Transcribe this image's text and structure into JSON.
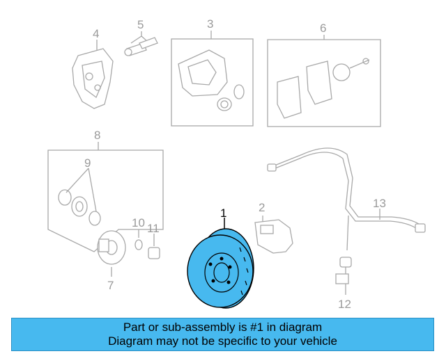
{
  "callouts": {
    "c1": "1",
    "c2": "2",
    "c3": "3",
    "c4": "4",
    "c5": "5",
    "c6": "6",
    "c7": "7",
    "c8": "8",
    "c9": "9",
    "c10": "10",
    "c11": "11",
    "c12": "12",
    "c13": "13"
  },
  "banner": {
    "line1": "Part or sub-assembly is #1 in diagram",
    "line2": "Diagram may not be specific to your vehicle"
  },
  "colors": {
    "banner_bg": "#47b9ef",
    "highlight_part": "#47b9ef",
    "line_gray": "#a8a8a8"
  },
  "highlighted_part": "1"
}
